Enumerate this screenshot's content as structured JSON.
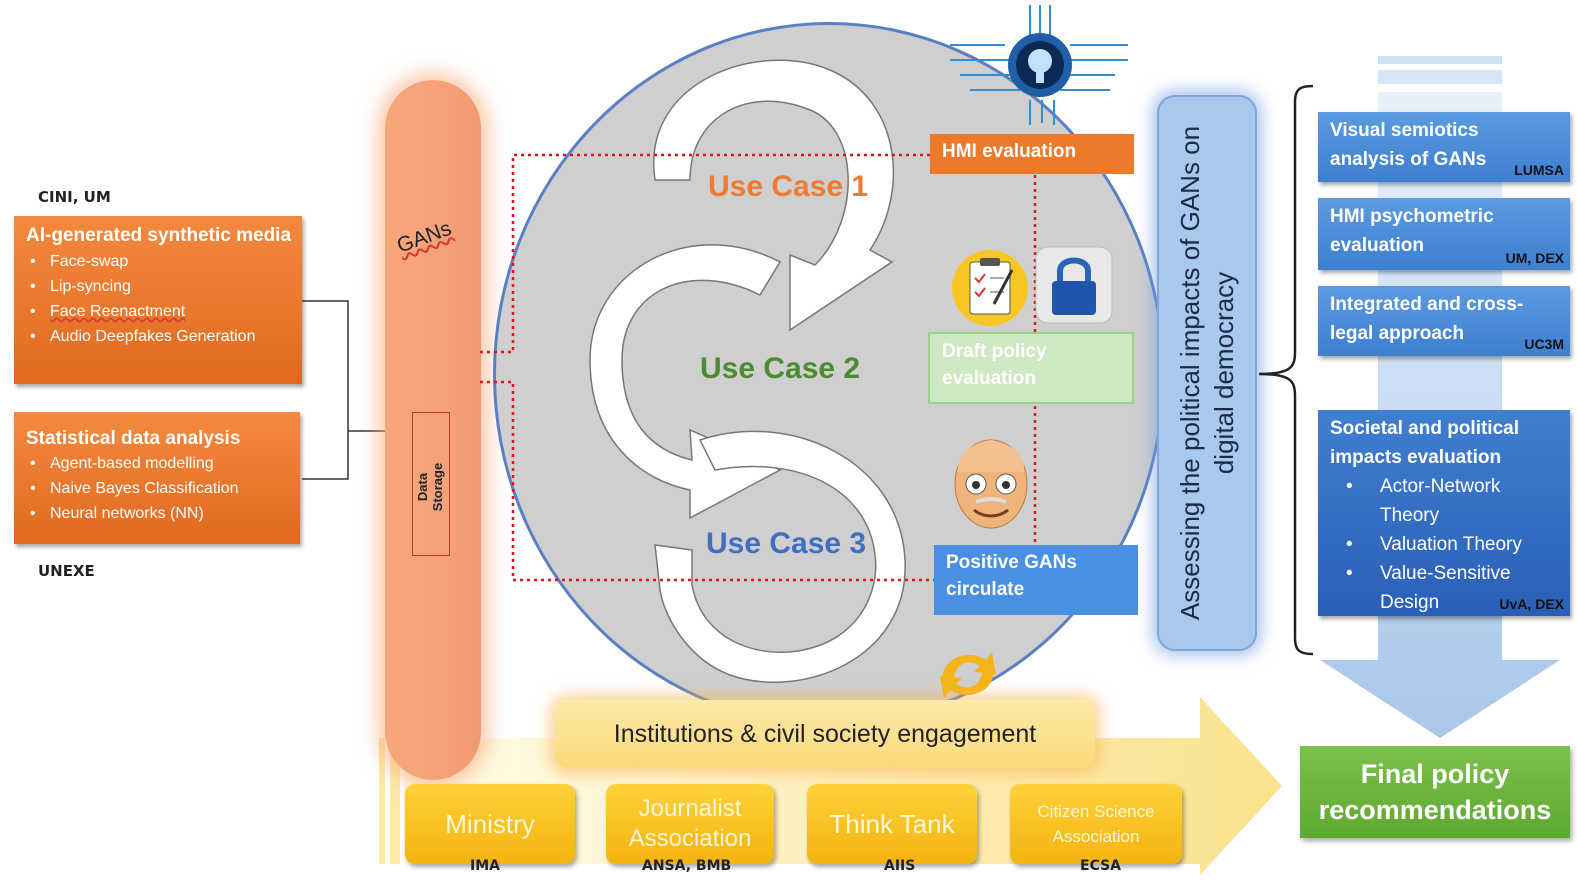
{
  "left": {
    "top_partners": "CINI, UM",
    "box1": {
      "title": "AI-generated synthetic media",
      "items": [
        "Face-swap",
        "Lip-syncing",
        "Face Reenactment",
        "Audio Deepfakes Generation"
      ]
    },
    "box2": {
      "title": "Statistical data analysis",
      "items": [
        "Agent-based modelling",
        "Naive Bayes Classification",
        "Neural networks (NN)"
      ]
    },
    "bottom_partner": "UNEXE"
  },
  "column": {
    "gans": "GANs",
    "storage": "Data Storage"
  },
  "circle": {
    "use_case_1": "Use Case 1",
    "use_case_2": "Use Case 2",
    "use_case_3": "Use Case 3",
    "hmi": "HMI evaluation",
    "draft": "Draft policy evaluation",
    "positive": "Positive GANs circulate",
    "colors": {
      "uc1": "#f07b2c",
      "uc2": "#4a8c2f",
      "uc3": "#3f6fc2"
    }
  },
  "assess": {
    "text": "Assessing the political impacts of GANs on digital democracy"
  },
  "right": {
    "b1": {
      "title": "Visual semiotics analysis of GANs",
      "who": "LUMSA"
    },
    "b2": {
      "title": "HMI psychometric evaluation",
      "who": "UM, DEX"
    },
    "b3": {
      "title": "Integrated and cross-legal approach",
      "who": "UC3M"
    },
    "b4": {
      "title": "Societal and political impacts evaluation",
      "items": [
        "Actor-Network Theory",
        "Valuation Theory",
        "Value-Sensitive Design"
      ],
      "who": "UvA, DEX"
    }
  },
  "bottom": {
    "engagement": "Institutions & civil society engagement",
    "orgs": [
      {
        "name": "Ministry",
        "partner": "IMA"
      },
      {
        "name": "Journalist Association",
        "partner": "ANSA, BMB"
      },
      {
        "name": "Think Tank",
        "partner": "AIIS"
      },
      {
        "name": "Citizen Science Association",
        "partner": "ECSA"
      }
    ],
    "final": "Final policy recommendations"
  }
}
